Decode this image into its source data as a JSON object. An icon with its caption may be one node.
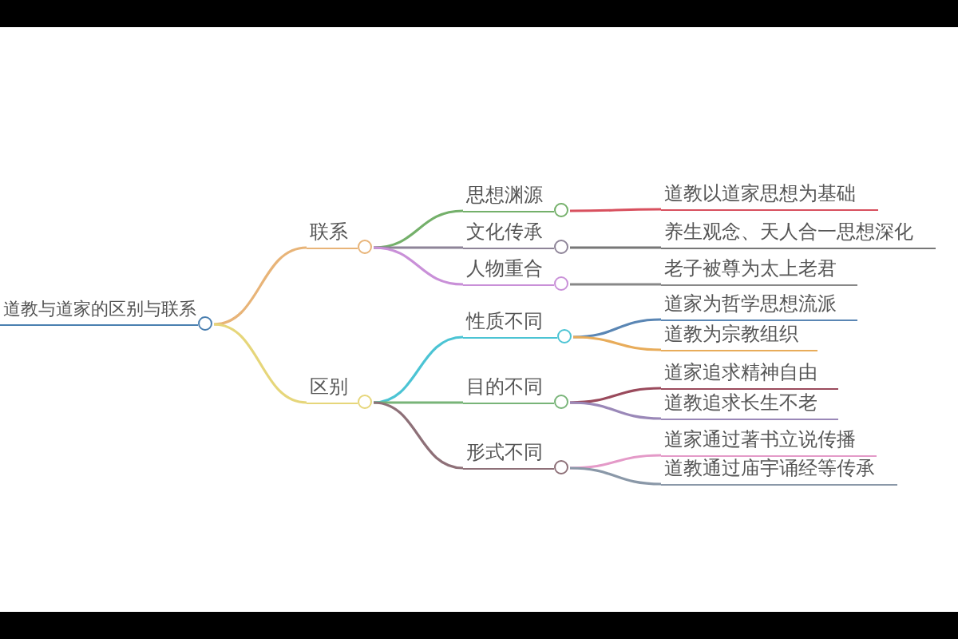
{
  "diagram": {
    "nodes": [
      {
        "text": [
          "道教与道家的区别与联系"
        ]
      },
      {
        "text": [
          "联系"
        ]
      },
      {
        "text": [
          "区别"
        ]
      },
      {
        "text": [
          "思想渊源"
        ]
      },
      {
        "text": [
          "道教以道家思想为基础"
        ]
      },
      {
        "text": [
          "文化传承"
        ]
      },
      {
        "text": [
          "养生观念、天人合一思想深化"
        ]
      },
      {
        "text": [
          "人物重合"
        ]
      },
      {
        "text": [
          "老子被尊为太上老君"
        ]
      },
      {
        "text": [
          "性质不同"
        ]
      },
      {
        "text": [
          "道家为哲学思想流派"
        ]
      },
      {
        "text": [
          "道教为宗教组织"
        ]
      },
      {
        "text": [
          "目的不同"
        ]
      },
      {
        "text": [
          "道家追求精神自由"
        ]
      },
      {
        "text": [
          "道教追求长生不老"
        ]
      },
      {
        "text": [
          "形式不同"
        ]
      },
      {
        "text": [
          "道家通过著书立说传播"
        ]
      },
      {
        "text": [
          "道教通过庙宇诵经等传承"
        ]
      }
    ],
    "edges": [
      {
        "from": 0,
        "to": 1,
        "arrow": "none",
        "color": "#e8b478"
      },
      {
        "from": 0,
        "to": 2,
        "arrow": "none",
        "color": "#e6d67a"
      },
      {
        "from": 1,
        "to": 3,
        "arrow": "none",
        "color": "#74b06a"
      },
      {
        "from": 3,
        "to": 4,
        "arrow": "none",
        "color": "#d8505e"
      },
      {
        "from": 1,
        "to": 5,
        "arrow": "none",
        "color": "#8e8498"
      },
      {
        "from": 5,
        "to": 6,
        "arrow": "none",
        "color": "#777777"
      },
      {
        "from": 1,
        "to": 7,
        "arrow": "none",
        "color": "#c990d8"
      },
      {
        "from": 7,
        "to": 8,
        "arrow": "none",
        "color": "#888888"
      },
      {
        "from": 2,
        "to": 9,
        "arrow": "none",
        "color": "#4cc4d4"
      },
      {
        "from": 9,
        "to": 10,
        "arrow": "none",
        "color": "#5a86b4"
      },
      {
        "from": 9,
        "to": 11,
        "arrow": "none",
        "color": "#e8ac5a"
      },
      {
        "from": 2,
        "to": 12,
        "arrow": "none",
        "color": "#78b478"
      },
      {
        "from": 12,
        "to": 13,
        "arrow": "none",
        "color": "#9a4a5c"
      },
      {
        "from": 12,
        "to": 14,
        "arrow": "none",
        "color": "#9a88b8"
      },
      {
        "from": 2,
        "to": 15,
        "arrow": "none",
        "color": "#8e7078"
      },
      {
        "from": 15,
        "to": 16,
        "arrow": "none",
        "color": "#e49ac8"
      },
      {
        "from": 15,
        "to": 17,
        "arrow": "none",
        "color": "#8a98a8"
      }
    ]
  }
}
